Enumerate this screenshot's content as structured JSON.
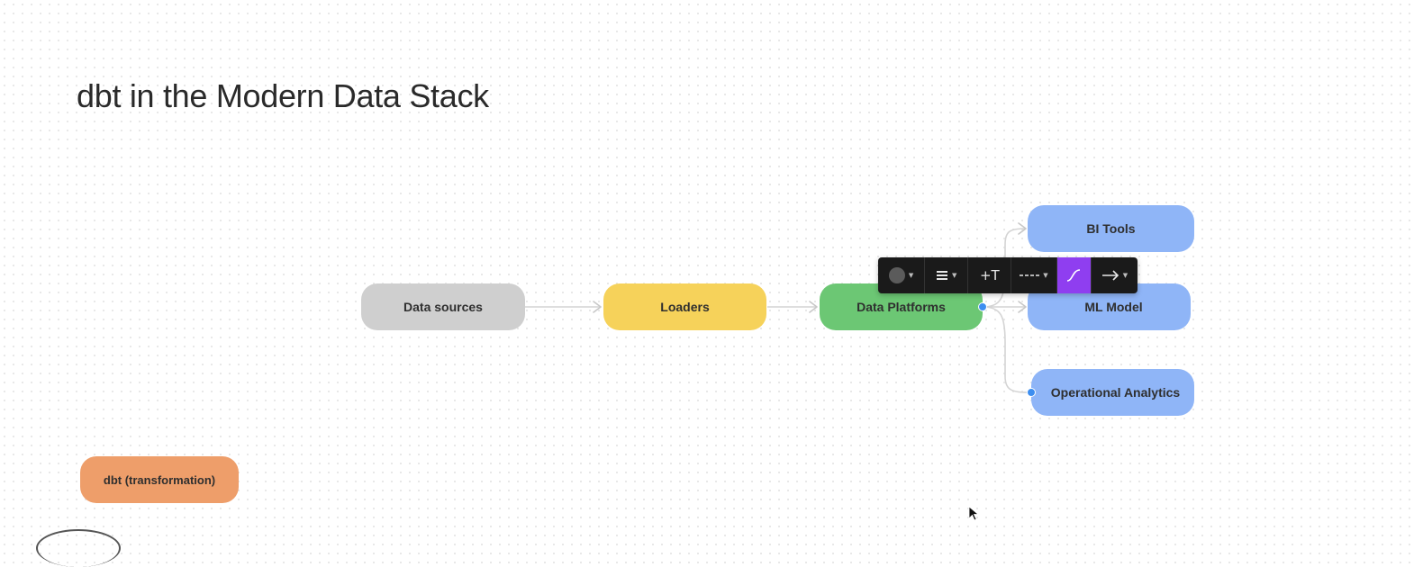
{
  "slide": {
    "title": "dbt in the Modern Data Stack"
  },
  "nodes": {
    "data_sources": "Data sources",
    "loaders": "Loaders",
    "data_platforms": "Data Platforms",
    "bi_tools": "BI Tools",
    "ml_model": "ML Model",
    "operational_analytics": "Operational Analytics",
    "dbt": "dbt (transformation)"
  },
  "colors": {
    "gray": "#cfcfcf",
    "yellow": "#f6d25a",
    "green": "#6cc774",
    "blue": "#8fb5f7",
    "orange": "#ee9e6a",
    "toolbar": "#1a1a1a",
    "toolbar_active": "#8f3ef0",
    "anchor": "#3d8ef0"
  },
  "toolbar": {
    "text_tool_glyph": "+T"
  },
  "icons": {
    "fill": "fill-circle-icon",
    "line_weight": "line-weight-icon",
    "add_text": "add-text-icon",
    "line_style": "dashed-line-icon",
    "connector_curve": "curved-connector-icon",
    "arrowhead": "arrow-end-icon"
  }
}
